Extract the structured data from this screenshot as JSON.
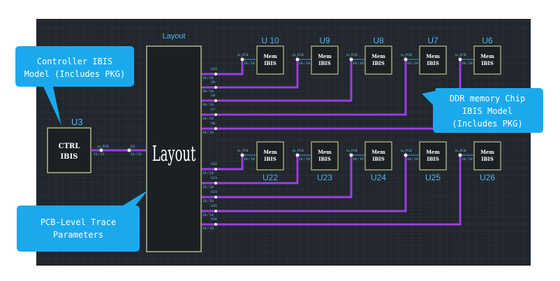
{
  "layout_title": "Layout",
  "layout_block_label": "Layout",
  "ctrl": {
    "ref": "U3",
    "line1": "CTRL",
    "line2": "IBIS",
    "net_label": "to_PCB",
    "pin_label": "U3",
    "pin_nums_left": "21 / 21",
    "pin_nums_right": "21 / 21"
  },
  "mem_line1": "Mem",
  "mem_line2": "IBIS",
  "top_chips": [
    {
      "ref": "U10",
      "ref_display": "U 10",
      "net": "to_PCB",
      "pins": "18 / 18"
    },
    {
      "ref": "U9",
      "ref_display": "U9",
      "net": "to_PCB",
      "pins": "18 / 18"
    },
    {
      "ref": "U8",
      "ref_display": "U8",
      "net": "to_PCB",
      "pins": "18 / 18"
    },
    {
      "ref": "U7",
      "ref_display": "U7",
      "net": "to_PCB",
      "pins": "18 / 18"
    },
    {
      "ref": "U6",
      "ref_display": "U6",
      "net": "to_PCB",
      "pins": "18 / 18"
    }
  ],
  "bottom_chips": [
    {
      "ref": "U22",
      "ref_display": "U22",
      "net": "to_PCB",
      "pins": "18 / 18"
    },
    {
      "ref": "U23",
      "ref_display": "U23",
      "net": "to_PCB",
      "pins": "18 / 18"
    },
    {
      "ref": "U24",
      "ref_display": "U24",
      "net": "to_PCB",
      "pins": "18 / 18"
    },
    {
      "ref": "U25",
      "ref_display": "U25",
      "net": "to_PCB",
      "pins": "18 / 18"
    },
    {
      "ref": "U26",
      "ref_display": "U26",
      "net": "to_PCB",
      "pins": "18 / 18"
    }
  ],
  "layout_ports_top": [
    "U10",
    "U9",
    "U8",
    "U7",
    "U6"
  ],
  "layout_ports_bottom": [
    "U22",
    "U23",
    "U24",
    "U25",
    "U26"
  ],
  "layout_port_pins": "18 / 18",
  "callouts": {
    "controller": [
      "Controller IBIS",
      "Model (Includes PKG)"
    ],
    "memory": [
      "DDR memory Chip",
      "IBIS Model",
      "(Includes PKG)"
    ],
    "pcb": [
      "PCB-Level Trace",
      "Parameters"
    ]
  },
  "colors": {
    "background": "#21272c",
    "grid": "#2c353c",
    "block_fill": "#1c2023",
    "block_border": "#b5b78a",
    "trace": "#9b3de3",
    "thin_trace": "#3a9bd5",
    "label": "#6cc3f0",
    "callout_fill": "#1ba9ee",
    "ref_text": "#4fb6f3"
  }
}
